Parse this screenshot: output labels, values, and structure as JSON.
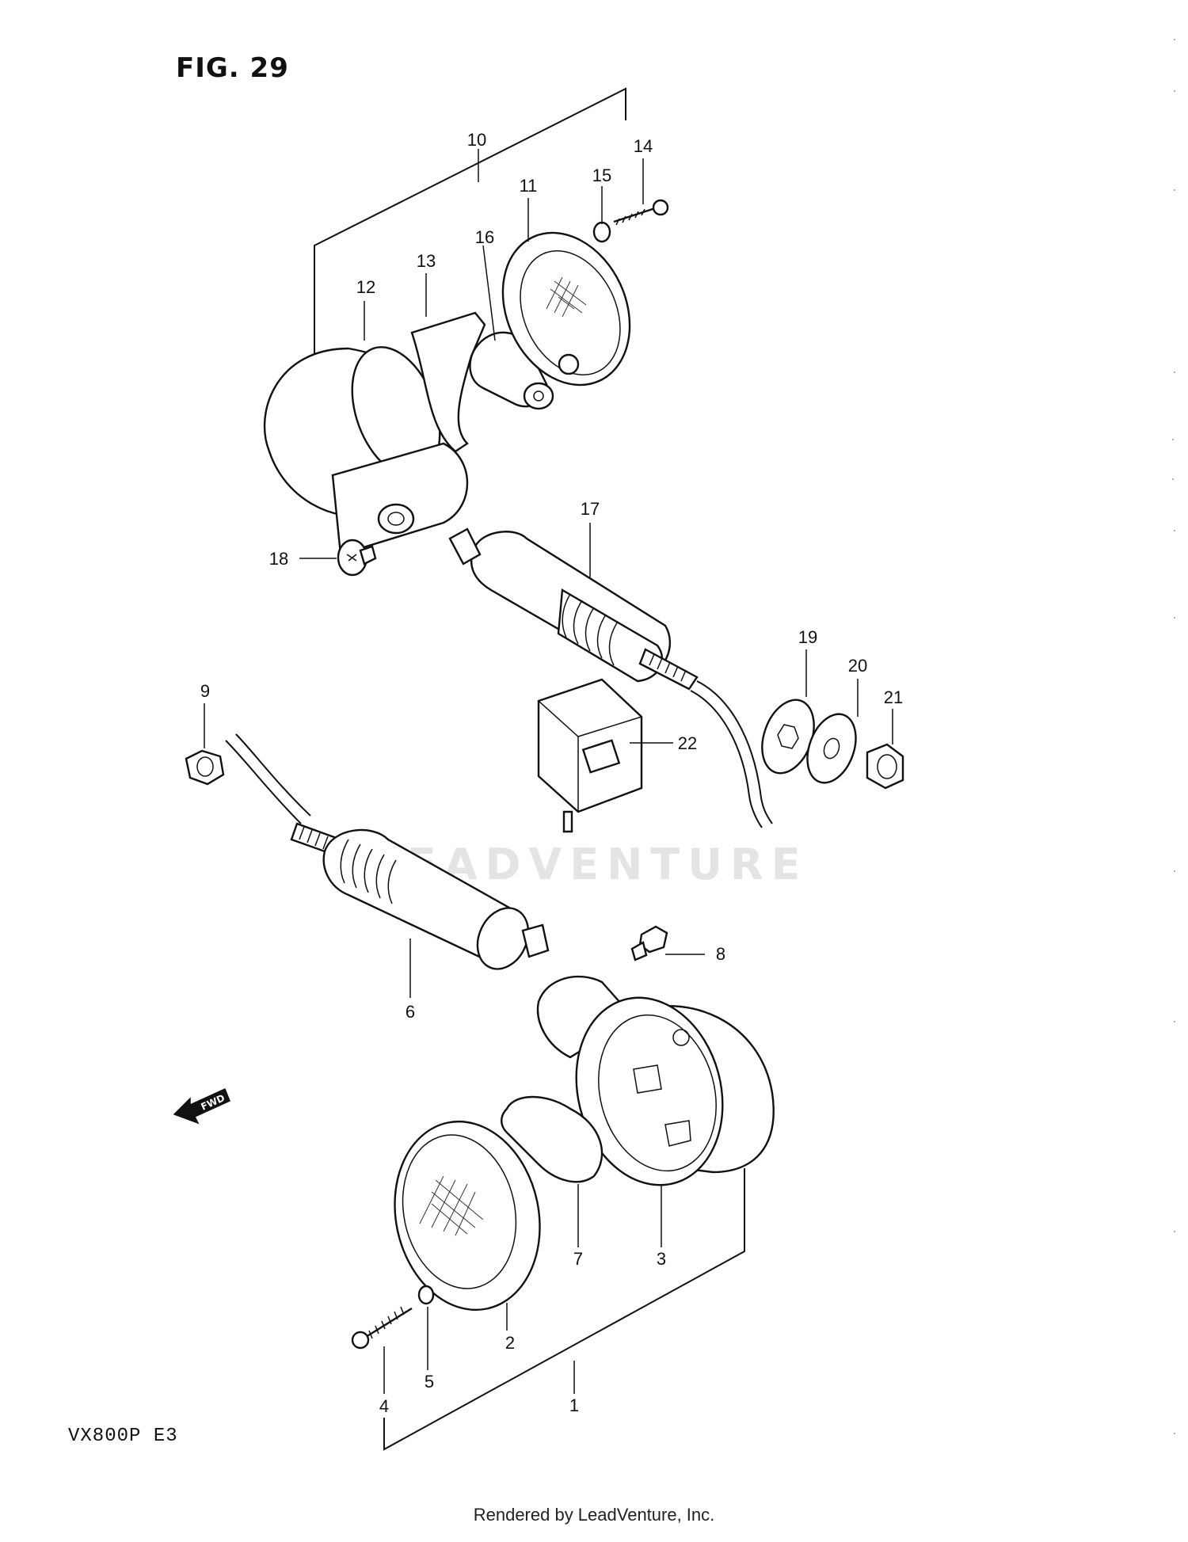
{
  "figure_title": "FIG. 29",
  "model_code": "VX800P  E3",
  "footer": "Rendered by LeadVenture, Inc.",
  "watermark": "LEADVENTURE",
  "fwd_label": "FWD",
  "callouts": [
    {
      "id": "1",
      "label": "1"
    },
    {
      "id": "2",
      "label": "2"
    },
    {
      "id": "3",
      "label": "3"
    },
    {
      "id": "4",
      "label": "4"
    },
    {
      "id": "5",
      "label": "5"
    },
    {
      "id": "6",
      "label": "6"
    },
    {
      "id": "7",
      "label": "7"
    },
    {
      "id": "8",
      "label": "8"
    },
    {
      "id": "9",
      "label": "9"
    },
    {
      "id": "10",
      "label": "10"
    },
    {
      "id": "11",
      "label": "11"
    },
    {
      "id": "12",
      "label": "12"
    },
    {
      "id": "13",
      "label": "13"
    },
    {
      "id": "14",
      "label": "14"
    },
    {
      "id": "15",
      "label": "15"
    },
    {
      "id": "16",
      "label": "16"
    },
    {
      "id": "17",
      "label": "17"
    },
    {
      "id": "18",
      "label": "18"
    },
    {
      "id": "19",
      "label": "19"
    },
    {
      "id": "20",
      "label": "20"
    },
    {
      "id": "21",
      "label": "21"
    },
    {
      "id": "22",
      "label": "22"
    }
  ]
}
